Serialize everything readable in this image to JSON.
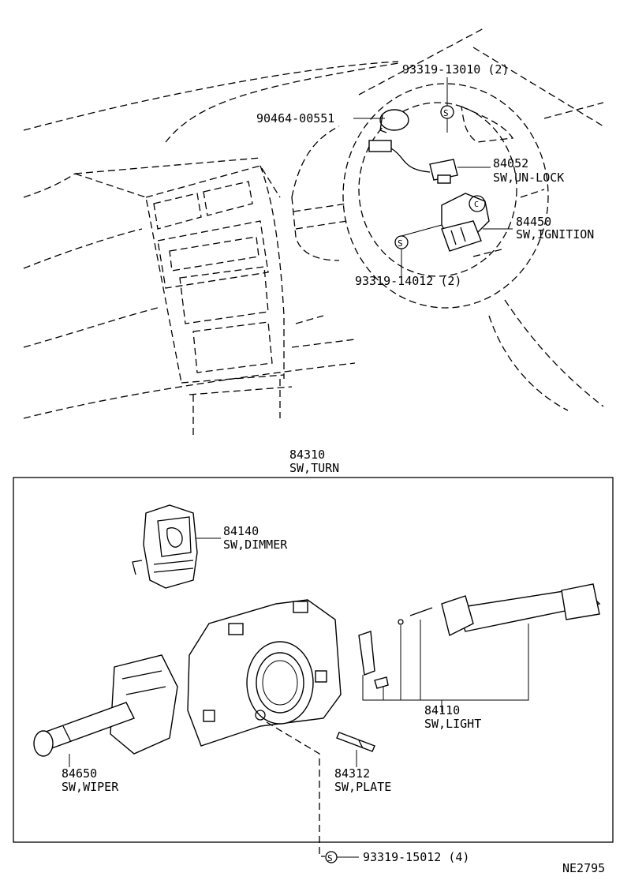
{
  "parts": {
    "p93319_13010": {
      "number": "93319-13010",
      "qty": "(2)"
    },
    "p90464_00551": {
      "number": "90464-00551"
    },
    "p84052": {
      "number": "84052",
      "name": "SW,UN-LOCK"
    },
    "p84450": {
      "number": "84450",
      "name": "SW,IGNITION"
    },
    "p93319_14012": {
      "number": "93319-14012",
      "qty": "(2)"
    },
    "p84310": {
      "number": "84310",
      "name": "SW,TURN"
    },
    "p84140": {
      "number": "84140",
      "name": "SW,DIMMER"
    },
    "p84110": {
      "number": "84110",
      "name": "SW,LIGHT"
    },
    "p84650": {
      "number": "84650",
      "name": "SW,WIPER"
    },
    "p84312": {
      "number": "84312",
      "name": "SW,PLATE"
    },
    "p93319_15012": {
      "number": "93319-15012",
      "qty": "(4)"
    }
  },
  "symbols": {
    "standard_part": "S"
  },
  "diagram_code": "NE2795"
}
